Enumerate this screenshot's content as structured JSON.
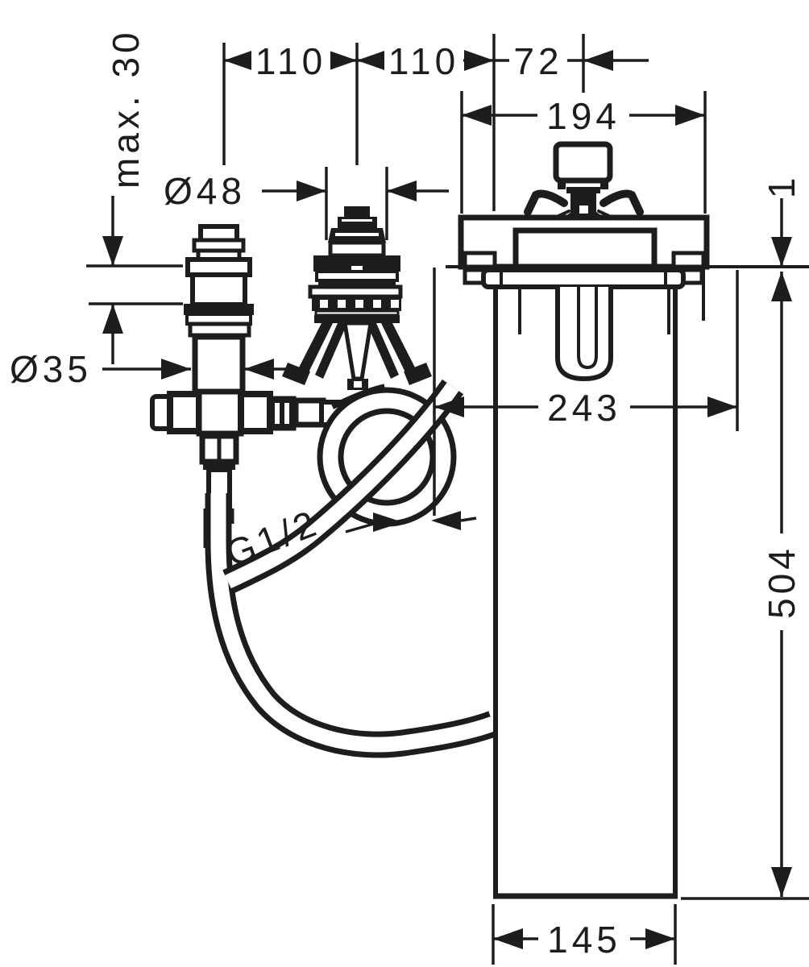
{
  "drawing": {
    "dims": {
      "hole_spacing_left": "110",
      "hole_spacing_mid": "110",
      "hole_spacing_right": "72",
      "escutcheon_width": "194",
      "cartridge_diameter": "Ø48",
      "max_deck_thickness": "max. 30",
      "valve_body_diameter": "Ø35",
      "clearance_below_rim": "243",
      "hose_thread": "G1/2",
      "rim_lip_thickness": "1",
      "drop_below_rim": "504",
      "apron_clearance": "145"
    },
    "colors": {
      "line": "#1d1d1b",
      "background": "#ffffff"
    }
  }
}
